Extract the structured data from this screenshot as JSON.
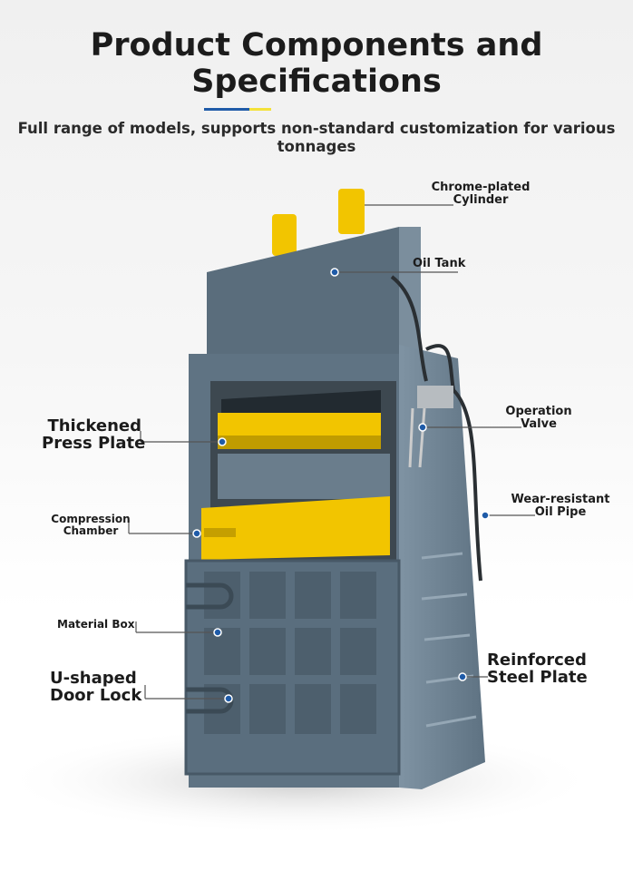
{
  "header": {
    "title_line1": "Product Components and",
    "title_line2": "Specifications",
    "subtitle": "Full range of models, supports non-standard customization for various tonnages"
  },
  "colors": {
    "accent_blue": "#1f5ba8",
    "accent_yellow": "#f4e23a",
    "machine_body": "#5f7383",
    "machine_yellow": "#f2c500"
  },
  "labels": {
    "cylinder": [
      "Chrome-plated",
      "Cylinder"
    ],
    "oil_tank": "Oil Tank",
    "press_plate": [
      "Thickened",
      "Press Plate"
    ],
    "valve": [
      "Operation",
      "Valve"
    ],
    "chamber": [
      "Compression",
      "Chamber"
    ],
    "oil_pipe": [
      "Wear-resistant",
      "Oil Pipe"
    ],
    "material_box": "Material Box",
    "steel_plate": [
      "Reinforced",
      "Steel Plate"
    ],
    "door_lock": [
      "U-shaped",
      "Door Lock"
    ]
  }
}
